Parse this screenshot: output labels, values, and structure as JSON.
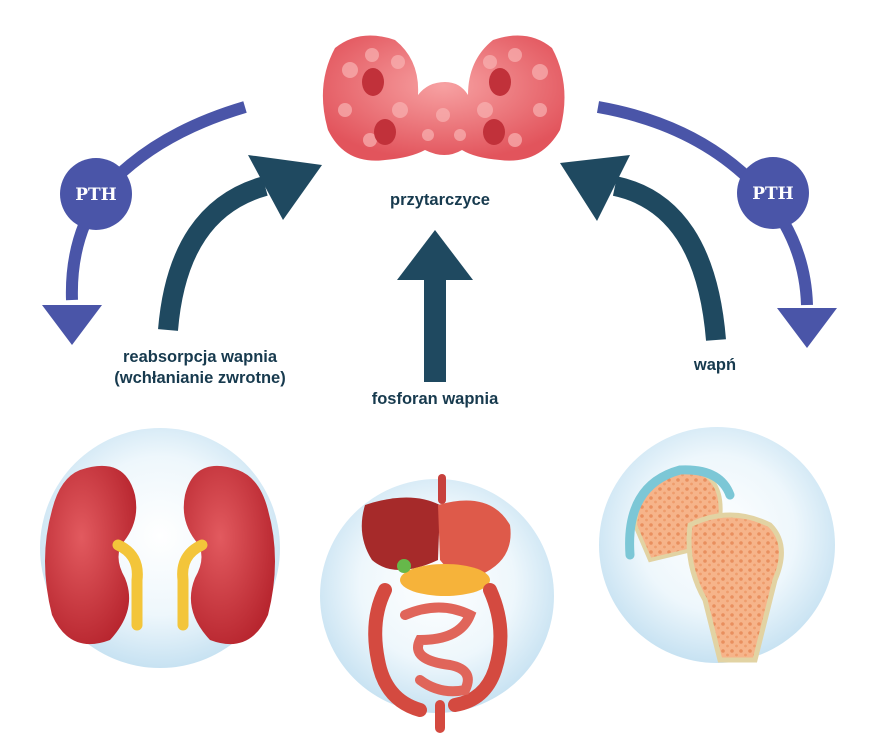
{
  "labels": {
    "center_title": "przytarczyce",
    "left_line1": "reabsorpcja wapnia",
    "left_line2": "(wchłanianie zwrotne)",
    "middle": "fosforan wapnia",
    "right": "wapń"
  },
  "badges": {
    "left": "PTH",
    "right": "PTH"
  },
  "colors": {
    "dark_arrow": "#1f4960",
    "pth_arrow": "#4a55a8",
    "label_text": "#173a4e",
    "gland": "#e8646a",
    "kidney": "#c9323b",
    "bone_marrow": "#f3a67a",
    "circle_bg": "#d8ecf7"
  },
  "icons": {
    "top": "parathyroid-gland-icon",
    "left": "kidneys-icon",
    "middle": "digestive-system-icon",
    "right": "bone-joint-icon"
  }
}
